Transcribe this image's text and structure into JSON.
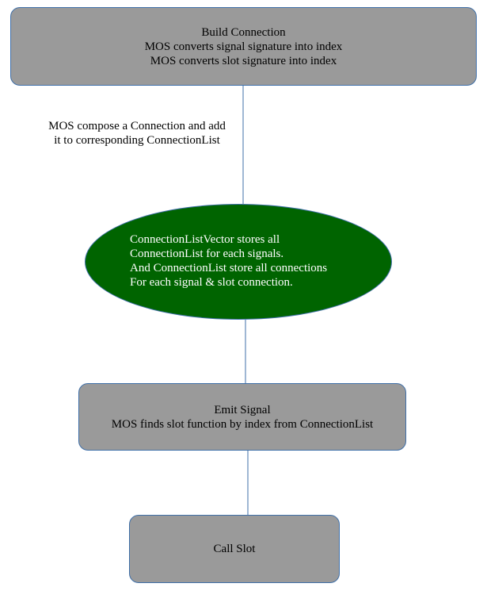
{
  "colors": {
    "box_fill": "#9a9a9a",
    "ellipse_fill": "#006400",
    "connector": "#3f6fa8",
    "ellipse_text": "#ffffff"
  },
  "nodes": {
    "build_connection": {
      "title": "Build Connection",
      "line1": "MOS converts signal signature into index",
      "line2": "MOS converts slot signature into index"
    },
    "connection_storage": {
      "line1": "ConnectionListVector stores all",
      "line2": "ConnectionList for each signals.",
      "line3": "And ConnectionList store all connections",
      "line4": "For each signal & slot connection."
    },
    "emit_signal": {
      "title": "Emit Signal",
      "line1": "MOS finds slot function by index from ConnectionList"
    },
    "call_slot": {
      "title": "Call Slot"
    }
  },
  "edges": {
    "build_to_storage_label": {
      "line1": "MOS compose a Connection and add",
      "line2": "it to corresponding ConnectionList"
    }
  }
}
